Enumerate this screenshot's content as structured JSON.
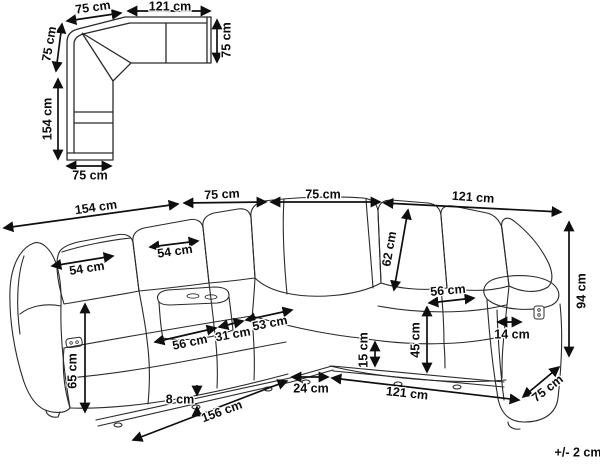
{
  "tolerance": "+/- 2 cm",
  "plan": {
    "top": "75 cm",
    "width": "121 cm",
    "right_depth": "75 cm",
    "left_upper": "75 cm",
    "length": "154 cm",
    "bottom": "75 cm"
  },
  "main": {
    "top_154": "154 cm",
    "top_75_left": "75 cm",
    "top_75_right": "75 cm",
    "top_121": "121 cm",
    "back_54_a": "54 cm",
    "back_54_b": "54 cm",
    "back_62": "62 cm",
    "seat_56_right": "56 cm",
    "height_94": "94 cm",
    "arm_14": "14 cm",
    "depth_75": "75 cm",
    "arm_65": "65 cm",
    "seat_56_left": "56 cm",
    "console_31": "31 cm",
    "seat_53": "53 cm",
    "clearance_8": "8 cm",
    "front_156": "156 cm",
    "corner_24": "24 cm",
    "front_121": "121 cm",
    "base_15": "15 cm",
    "seat_45": "45 cm"
  },
  "colors": {
    "line": "#2a2a2a",
    "dim": "#0f0f0f",
    "background": "#ffffff"
  }
}
